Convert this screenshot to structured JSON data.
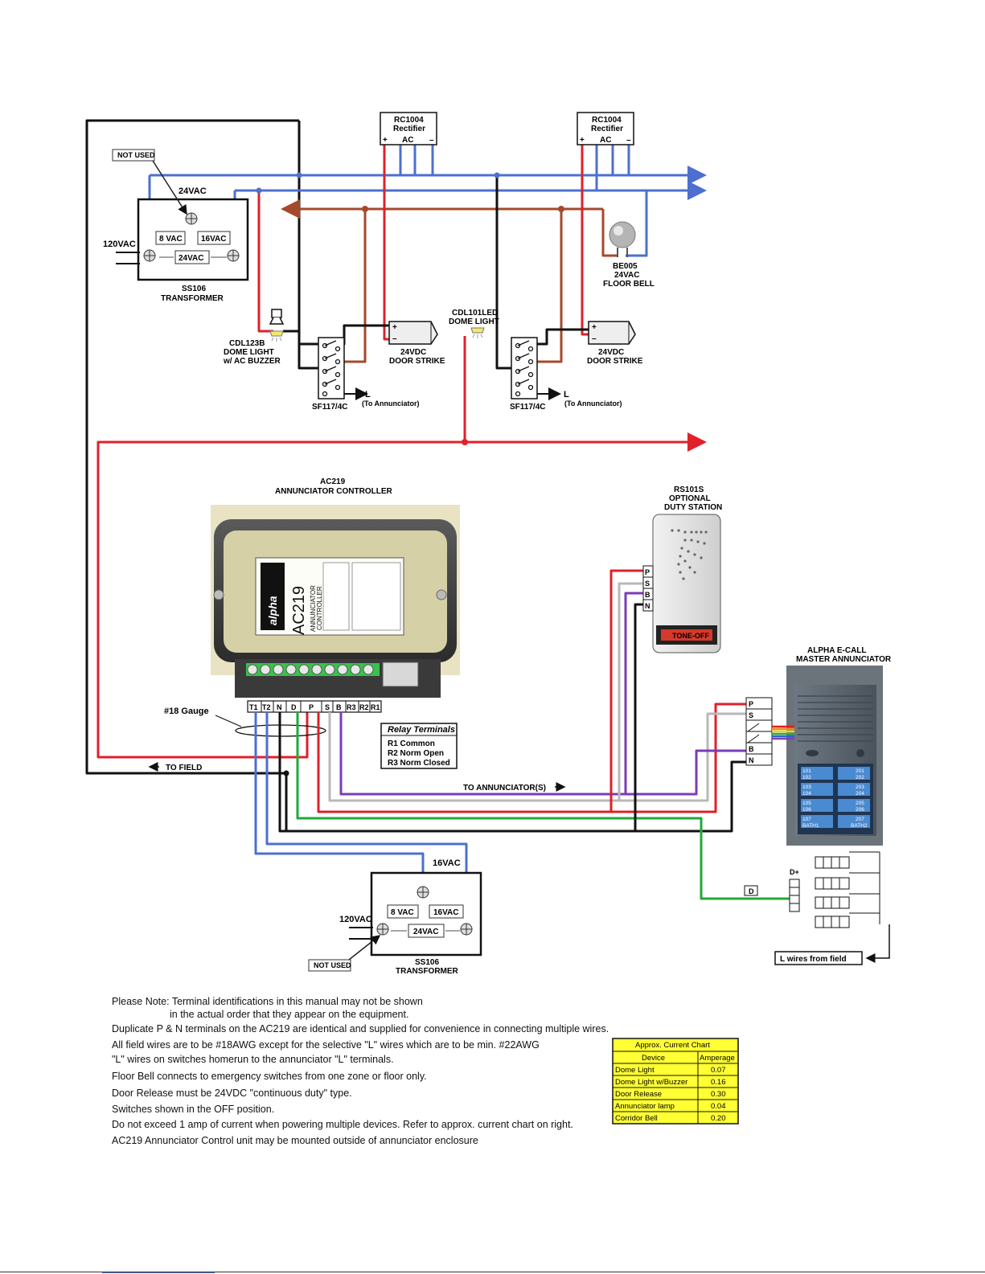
{
  "transformer_top": {
    "title": "SS106",
    "subtitle": "TRANSFORMER",
    "in_label": "120VAC",
    "top_label": "24VAC",
    "tap8": "8 VAC",
    "tap16": "16VAC",
    "tap24": "24VAC",
    "not_used": "NOT USED"
  },
  "rectifier_left": {
    "name": "RC1004",
    "title": "Rectifier",
    "plus": "+",
    "ac": "AC",
    "minus": "–"
  },
  "rectifier_right": {
    "name": "RC1004",
    "title": "Rectifier",
    "plus": "+",
    "ac": "AC",
    "minus": "–"
  },
  "floor_bell": {
    "name": "BE005",
    "volt": "24VAC",
    "title": "FLOOR BELL"
  },
  "dome_left": {
    "name": "CDL123B",
    "line2": "DOME LIGHT",
    "line3": "w/ AC BUZZER"
  },
  "dome_right": {
    "name": "CDL101LED",
    "line2": "DOME LIGHT"
  },
  "strike_left": {
    "line1": "24VDC",
    "line2": "DOOR STRIKE",
    "plus": "+",
    "minus": "–"
  },
  "strike_right": {
    "line1": "24VDC",
    "line2": "DOOR STRIKE",
    "plus": "+",
    "minus": "–"
  },
  "switch_left": {
    "name": "SF117/4C",
    "l": "L",
    "to": "(To Annunciator)"
  },
  "switch_right": {
    "name": "SF117/4C",
    "l": "L",
    "to": "(To Annunciator)"
  },
  "controller": {
    "title1": "AC219",
    "title2": "ANNUNCIATOR CONTROLLER",
    "brand": "alpha",
    "model": "AC219",
    "sub1": "ANNUNCIATOR",
    "sub2": "CONTROLLER",
    "terminals": [
      "T1",
      "T2",
      "N",
      "D",
      "P",
      "S",
      "B",
      "R3",
      "R2",
      "R1"
    ],
    "gauge": "#18 Gauge",
    "to_field": "TO FIELD",
    "to_annunciators": "TO ANNUNCIATOR(S)"
  },
  "relay_box": {
    "title": "Relay Terminals",
    "r1": "R1 Common",
    "r2": "R2 Norm Open",
    "r3": "R3 Norm Closed"
  },
  "duty_station": {
    "line1": "RS101S",
    "line2": "OPTIONAL",
    "line3": "DUTY STATION",
    "button": "TONE-OFF",
    "terms": [
      "P",
      "S",
      "B",
      "N"
    ]
  },
  "master": {
    "line1": "ALPHA E-CALL",
    "line2": "MASTER ANNUNCIATOR",
    "terms": [
      "P",
      "S",
      "",
      "",
      "B",
      "N"
    ],
    "zones_left": [
      "101",
      "102",
      "103",
      "104",
      "105",
      "106",
      "107",
      "BATH1"
    ],
    "zones_right": [
      "201",
      "202",
      "203",
      "204",
      "205",
      "206",
      "207",
      "BATH2"
    ]
  },
  "d_block": {
    "d": "D",
    "dplus": "D+"
  },
  "l_wires": "L wires from field",
  "transformer_bottom": {
    "title": "SS106",
    "subtitle": "TRANSFORMER",
    "in_label": "120VAC",
    "top_label": "16VAC",
    "tap8": "8 VAC",
    "tap16": "16VAC",
    "tap24": "24VAC",
    "not_used": "NOT USED"
  },
  "notes": [
    "Please Note: Terminal identifications in this manual may not be shown",
    "in the actual order that they appear on the equipment.",
    "Duplicate P & N terminals on the AC219 are identical and supplied for convenience in connecting multiple wires.",
    "All field wires are to be #18AWG except for the selective \"L\" wires which are to be min.  #22AWG",
    "\"L\" wires on switches homerun to the annunciator \"L\" terminals.",
    "Floor Bell connects to emergency switches from one zone or floor only.",
    "Door Release must be 24VDC \"continuous duty\" type.",
    "Switches shown in the  OFF  position.",
    "Do not exceed 1 amp of current when powering multiple devices. Refer to approx. current chart on right.",
    "AC219  Annunciator Control unit may be mounted outside of annunciator enclosure"
  ],
  "current_chart": {
    "title": "Approx. Current Chart",
    "headers": [
      "Device",
      "Amperage"
    ],
    "rows": [
      [
        "Dome Light",
        "0.07"
      ],
      [
        "Dome Light w/Buzzer",
        "0.16"
      ],
      [
        "Door Release",
        "0.30"
      ],
      [
        "Annunciator lamp",
        "0.04"
      ],
      [
        "Corridor Bell",
        "0.20"
      ]
    ]
  },
  "colors": {
    "blue": "#4c6fd0",
    "red": "#e0202a",
    "brown": "#a44a2c",
    "green": "#22a83a",
    "purple": "#7a3cb8",
    "chart_bg": "#ffff33"
  }
}
